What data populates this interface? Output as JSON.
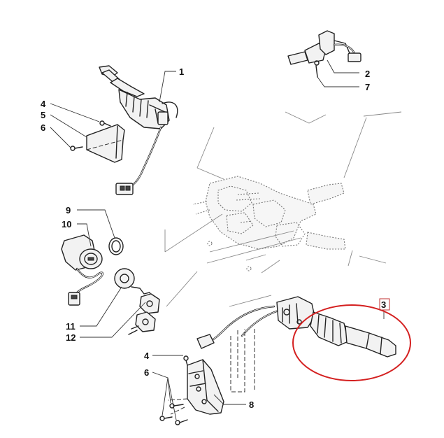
{
  "callouts": {
    "c1": "1",
    "c2": "2",
    "c7": "7",
    "c4a": "4",
    "c5": "5",
    "c6a": "6",
    "c9": "9",
    "c10": "10",
    "c11": "11",
    "c12": "12",
    "c3": "3",
    "c4b": "4",
    "c6b": "6",
    "c8": "8"
  },
  "colors": {
    "highlight_circle": "#d42020",
    "highlight_box": "#c03030",
    "line": "#222222",
    "ghost": "#777777"
  }
}
